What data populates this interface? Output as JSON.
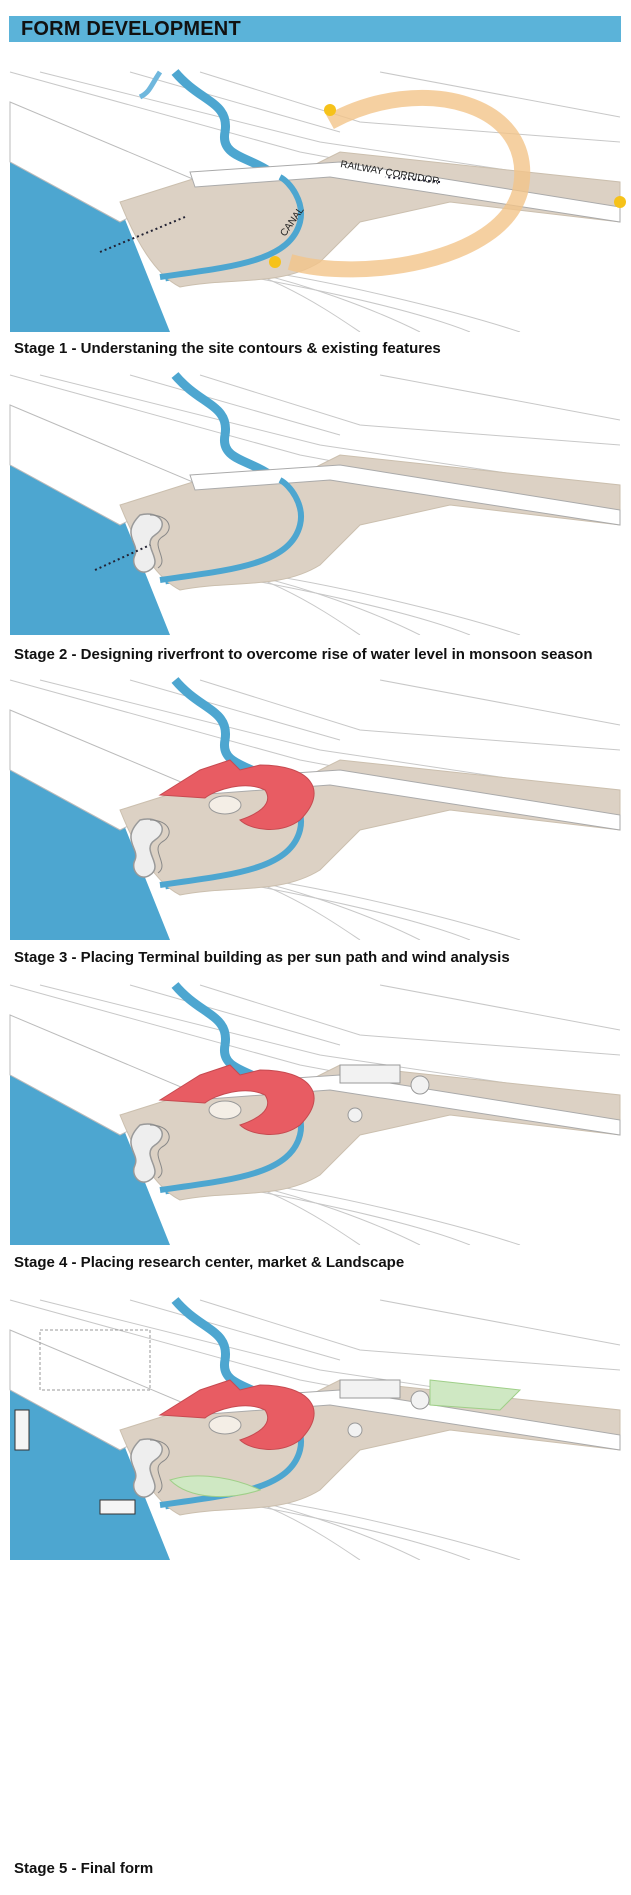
{
  "header": {
    "title": "FORM DEVELOPMENT"
  },
  "colors": {
    "header_bg": "#5bb3d9",
    "river": "#4da6d0",
    "site": "#dcd1c4",
    "terminal": "#e85c63",
    "sun_path": "#f3c48a",
    "sun": "#f6c21a",
    "landscape": "#cfe8c3"
  },
  "stages": [
    {
      "caption": "Stage 1 - Understaning the site contours & existing features",
      "annotations": {
        "railway": "RAILWAY CORRIDOR",
        "canal": "CANAL"
      },
      "icons": [
        "wind-arrow-icon",
        "sun-icon",
        "sun-path-arc"
      ]
    },
    {
      "caption": "Stage 2 - Designing riverfront to overcome rise of water level in monsoon season"
    },
    {
      "caption": "Stage 3 - Placing Terminal building as per sun path and wind analysis"
    },
    {
      "caption": "Stage 4 - Placing research center, market & Landscape"
    },
    {
      "caption": "Stage 5 - Final form"
    }
  ]
}
